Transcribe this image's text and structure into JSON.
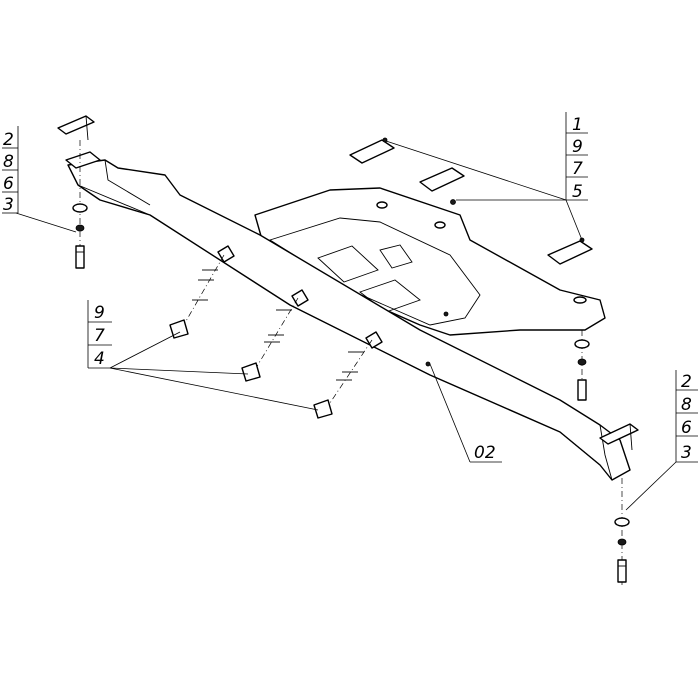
{
  "callouts": {
    "top_left": [
      "2",
      "8",
      "6",
      "3"
    ],
    "top_right": [
      "1",
      "9",
      "7",
      "5"
    ],
    "mid_left": [
      "9",
      "7",
      "4"
    ],
    "bottom_right": [
      "2",
      "8",
      "6",
      "3"
    ],
    "part_number": "02"
  }
}
